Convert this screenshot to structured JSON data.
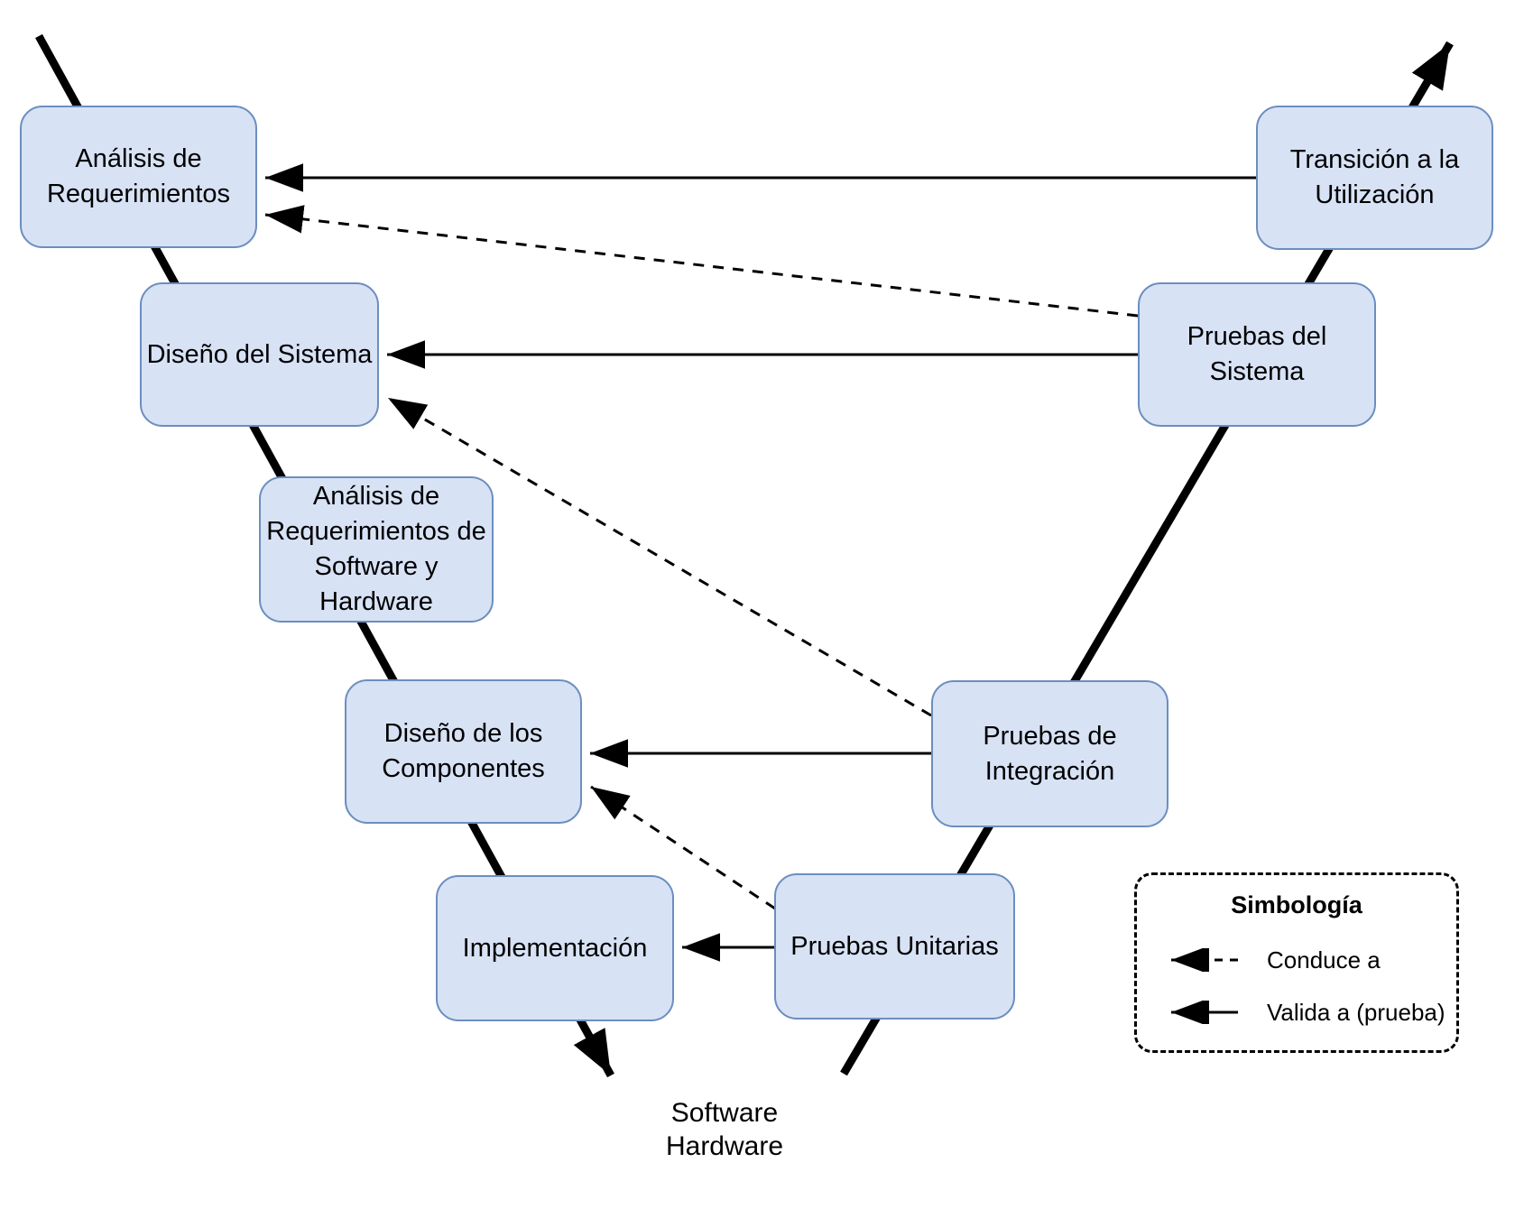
{
  "nodes": [
    {
      "id": "analisis-requerimientos",
      "label": "Análisis de Requerimientos"
    },
    {
      "id": "diseno-sistema",
      "label": "Diseño del Sistema"
    },
    {
      "id": "analisis-requerimientos-sw-hw",
      "label": "Análisis de Requerimientos de Software y Hardware"
    },
    {
      "id": "diseno-componentes",
      "label": "Diseño de los Componentes"
    },
    {
      "id": "implementacion",
      "label": "Implementación"
    },
    {
      "id": "pruebas-unitarias",
      "label": "Pruebas Unitarias"
    },
    {
      "id": "pruebas-integracion",
      "label": "Pruebas de Integración"
    },
    {
      "id": "pruebas-sistema",
      "label": "Pruebas del Sistema"
    },
    {
      "id": "transicion-utilizacion",
      "label": "Transición a la Utilización"
    }
  ],
  "bottom_label": {
    "line1": "Software",
    "line2": "Hardware"
  },
  "legend": {
    "title": "Simbología",
    "items": [
      {
        "label": "Conduce a",
        "line_style": "dashed",
        "icon": "dashed-left-arrow"
      },
      {
        "label": "Valida a (prueba)",
        "line_style": "solid",
        "icon": "solid-left-arrow"
      }
    ]
  },
  "colors": {
    "node_fill": "#d8e2f5",
    "node_border": "#6c8ebf",
    "line": "#000000",
    "background": "#ffffff"
  }
}
